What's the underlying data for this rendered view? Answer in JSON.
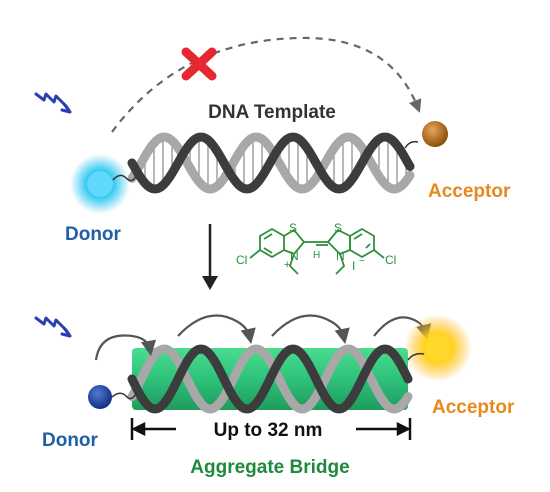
{
  "labels": {
    "dna_template": "DNA Template",
    "donor_top": "Donor",
    "acceptor_top": "Acceptor",
    "donor_bottom": "Donor",
    "acceptor_bottom": "Acceptor",
    "distance": "Up to 32 nm",
    "bridge": "Aggregate Bridge"
  },
  "dye_structure": {
    "atoms": [
      "S",
      "S",
      "Cl",
      "Cl",
      "N",
      "N",
      "H",
      "I"
    ],
    "charge_plus": "+",
    "charge_minus": "−"
  },
  "colors": {
    "donor_glow": "#35c8f2",
    "donor_dark": "#1d3fa0",
    "acceptor_dark": "#a86414",
    "acceptor_glow": "#ffd21a",
    "label_blue": "#1f5fa6",
    "label_orange": "#e7891e",
    "label_green": "#1f8a3d",
    "bridge_green": "#2fc27b",
    "dye_green": "#2f8f3a",
    "cross_red": "#e62631",
    "strand_dark": "#3c3c3c",
    "strand_light": "#a8a8a8"
  },
  "icons": [
    "lightning-icon",
    "cross-icon",
    "down-arrow-icon",
    "hop-arrow-icon"
  ]
}
